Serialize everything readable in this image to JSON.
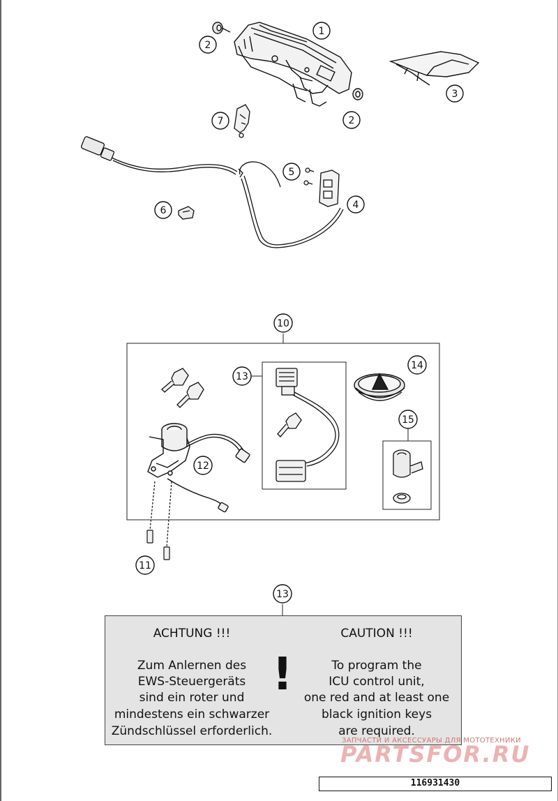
{
  "diagram": {
    "part_labels": [
      "1",
      "2",
      "2",
      "3",
      "4",
      "5",
      "6",
      "7",
      "10",
      "11",
      "12",
      "13",
      "14",
      "15",
      "13"
    ]
  },
  "callout": {
    "german_heading": "ACHTUNG !!!",
    "german_lines": [
      "Zum Anlernen des",
      "EWS-Steuergeräts",
      "sind ein roter und",
      "mindestens ein schwarzer",
      "Zündschlüssel erforderlich."
    ],
    "exclamation": "!",
    "english_heading": "CAUTION !!!",
    "english_lines": [
      "To program the",
      "ICU control unit,",
      "one red and at least one",
      "black ignition keys",
      "are required."
    ]
  },
  "watermark": {
    "tagline": "ЗАПЧАСТИ И АКСЕССУАРЫ ДЛЯ МОТОТЕХНИКИ",
    "brand": "PARTSFOR.RU"
  },
  "part_number": "116931430"
}
